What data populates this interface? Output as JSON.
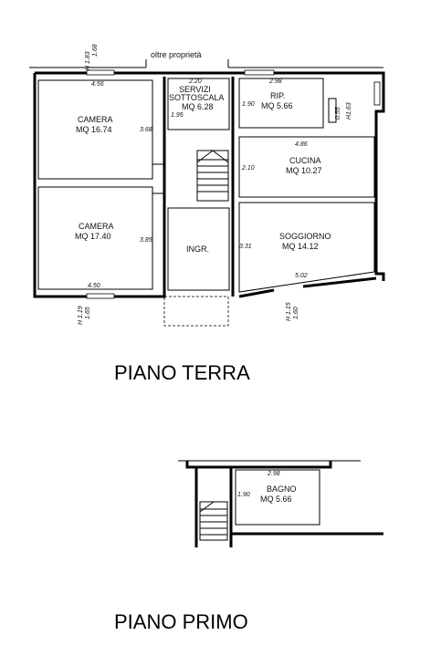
{
  "neighbor_label": "oltre proprietà",
  "heights": {
    "top_a": "H 1.83",
    "top_b": "1.68",
    "right_a": "0.55",
    "right_b": "H1.63",
    "bottom_left_a": "H 1.19",
    "bottom_left_b": "1.65",
    "bottom_right_a": "H 1.15",
    "bottom_right_b": "1.60"
  },
  "ground_floor": {
    "title": "PIANO TERRA",
    "rooms": {
      "camera1": {
        "name": "CAMERA",
        "area": "MQ 16.74",
        "dim_w": "4.56",
        "dim_h": "3.68"
      },
      "camera2": {
        "name": "CAMERA",
        "area": "MQ 17.40",
        "dim_w": "4.50",
        "dim_h": "3.85"
      },
      "servizi": {
        "name1": "SERVIZI",
        "name2": "SOTTOSCALA",
        "area": "MQ 6.28",
        "dim_w": "2.20",
        "dim_h": "1.95"
      },
      "rip": {
        "name": "RIP.",
        "area": "MQ 5.66",
        "dim_w": "2.98",
        "dim_h": "1.90"
      },
      "cucina": {
        "name": "CUCINA",
        "area": "MQ 10.27",
        "dim_w": "4.86",
        "dim_h": "2.10"
      },
      "soggiorno": {
        "name": "SOGGIORNO",
        "area": "MQ 14.12",
        "dim_w": "5.02",
        "dim_h": "3.31"
      },
      "ingresso": {
        "name": "INGR."
      }
    }
  },
  "first_floor": {
    "title": "PIANO PRIMO",
    "rooms": {
      "bagno": {
        "name": "BAGNO",
        "area": "MQ 5.66",
        "dim_w": "2.98",
        "dim_h": "1.90"
      }
    }
  }
}
